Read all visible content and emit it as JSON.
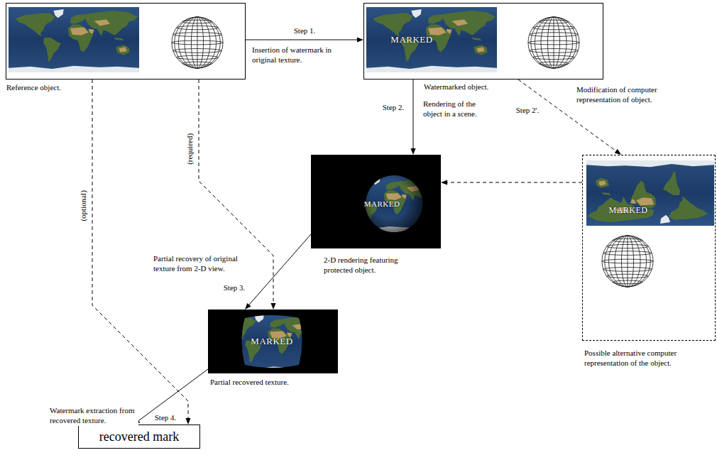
{
  "diagram": {
    "nodes": [
      {
        "text": [
          "Reference object."
        ]
      },
      {
        "text": [
          "Watermarked object."
        ]
      },
      {
        "text": [
          "2-D rendering featuring protected object."
        ]
      },
      {
        "text": [
          "Possible alternative computer representation of the object."
        ]
      },
      {
        "text": [
          "Partial recovered texture."
        ]
      },
      {
        "text": [
          "recovered mark"
        ]
      }
    ],
    "edges": [
      {
        "from": 0,
        "to": 1,
        "arrow": "to",
        "label": "Step 1."
      },
      {
        "from": 1,
        "to": 2,
        "arrow": "to",
        "label": "Step 2."
      },
      {
        "from": 1,
        "to": 3,
        "arrow": "to",
        "label": "Step 2'."
      },
      {
        "from": 3,
        "to": 2,
        "arrow": "to"
      },
      {
        "from": 0,
        "to": 4,
        "arrow": "to",
        "label": "(required)"
      },
      {
        "from": 2,
        "to": 4,
        "arrow": "to",
        "label": "Step 3."
      },
      {
        "from": 0,
        "to": 5,
        "arrow": "to",
        "label": "(optional)"
      },
      {
        "from": 4,
        "to": 5,
        "arrow": "to",
        "label": "Step 4."
      }
    ],
    "labels": [
      "Insertion of watermark in original texture.",
      "Rendering of the object in a scene.",
      "Modification of computer representation of object.",
      "Partial recovery of original texture from 2-D view.",
      "Watermark extraction from recovered texture.",
      "MARKED",
      "MARKED",
      "MARKED",
      "MARKED"
    ]
  }
}
